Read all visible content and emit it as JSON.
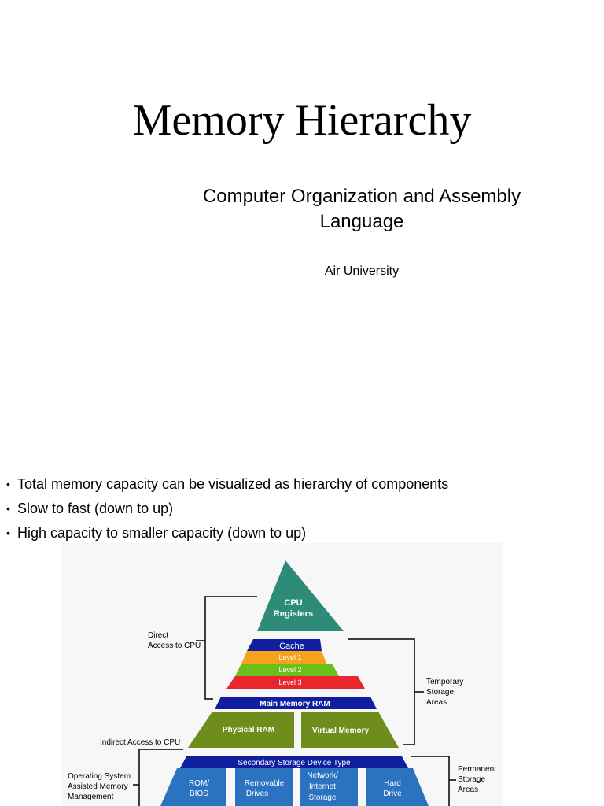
{
  "title": "Memory Hierarchy",
  "subtitle_line1": "Computer Organization and Assembly",
  "subtitle_line2": "Language",
  "organization": "Air University",
  "bullets": [
    "Total memory capacity can be visualized as hierarchy of components",
    "Slow to fast (down to up)",
    "High capacity to smaller capacity (down to up)"
  ],
  "diagram": {
    "cpu_line1": "CPU",
    "cpu_line2": "Registers",
    "cache": "Cache",
    "level1": "Level 1",
    "level2": "Level 2",
    "level3": "Level 3",
    "main_memory": "Main Memory RAM",
    "physical_ram": "Physical RAM",
    "virtual_memory": "Virtual Memory",
    "secondary": "Secondary Storage Device Type",
    "rom_line1": "ROM/",
    "rom_line2": "BIOS",
    "removable_line1": "Removable",
    "removable_line2": "Drives",
    "network_line1": "Network/",
    "network_line2": "Internet",
    "network_line3": "Storage",
    "hard_line1": "Hard",
    "hard_line2": "Drive",
    "direct_line1": "Direct",
    "direct_line2": "Access to CPU",
    "indirect": "Indirect Access to CPU",
    "os_line1": "Operating System",
    "os_line2": "Assisted Memory",
    "os_line3": "Management",
    "temp_line1": "Temporary",
    "temp_line2": "Storage",
    "temp_line3": "Areas",
    "perm_line1": "Permanent",
    "perm_line2": "Storage",
    "perm_line3": "Areas"
  },
  "colors": {
    "cpu": "#2e8b77",
    "cache": "#0f1fa0",
    "level1": "#f7a21b",
    "level2": "#6cbf1a",
    "level3": "#e8262b",
    "main_memory": "#0f1fa0",
    "ram": "#6f8d1c",
    "secondary": "#0f1fa0",
    "storage": "#2b73c0"
  }
}
